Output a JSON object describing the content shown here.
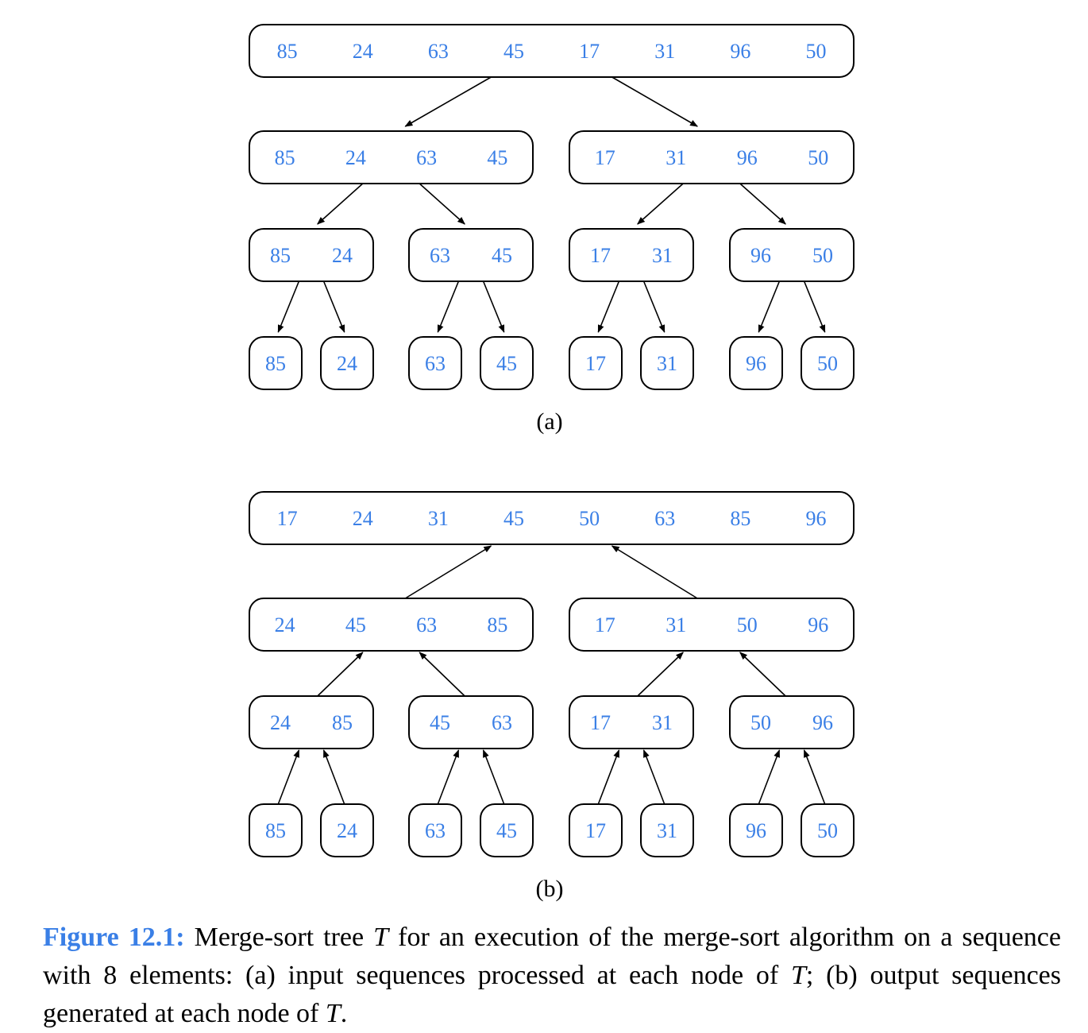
{
  "panels": [
    {
      "label": "(a)",
      "arrow_direction": "down",
      "levels": [
        [
          [
            "85",
            "24",
            "63",
            "45",
            "17",
            "31",
            "96",
            "50"
          ]
        ],
        [
          [
            "85",
            "24",
            "63",
            "45"
          ],
          [
            "17",
            "31",
            "96",
            "50"
          ]
        ],
        [
          [
            "85",
            "24"
          ],
          [
            "63",
            "45"
          ],
          [
            "17",
            "31"
          ],
          [
            "96",
            "50"
          ]
        ],
        [
          [
            "85"
          ],
          [
            "24"
          ],
          [
            "63"
          ],
          [
            "45"
          ],
          [
            "17"
          ],
          [
            "31"
          ],
          [
            "96"
          ],
          [
            "50"
          ]
        ]
      ]
    },
    {
      "label": "(b)",
      "arrow_direction": "up",
      "levels": [
        [
          [
            "17",
            "24",
            "31",
            "45",
            "50",
            "63",
            "85",
            "96"
          ]
        ],
        [
          [
            "24",
            "45",
            "63",
            "85"
          ],
          [
            "17",
            "31",
            "50",
            "96"
          ]
        ],
        [
          [
            "24",
            "85"
          ],
          [
            "45",
            "63"
          ],
          [
            "17",
            "31"
          ],
          [
            "50",
            "96"
          ]
        ],
        [
          [
            "85"
          ],
          [
            "24"
          ],
          [
            "63"
          ],
          [
            "45"
          ],
          [
            "17"
          ],
          [
            "31"
          ],
          [
            "96"
          ],
          [
            "50"
          ]
        ]
      ]
    }
  ],
  "caption": {
    "figure_label": "Figure 12.1:",
    "text_1": " Merge-sort tree ",
    "symbol": "T",
    "text_2": " for an execution of the merge-sort algorithm on a sequence with 8 elements: (a) input sequences processed at each node of ",
    "text_3": "; (b) output sequences generated at each node of ",
    "text_4": "."
  },
  "colors": {
    "value_text": "#3a7fe6",
    "figure_label": "#3a7fe6",
    "node_border": "#000000"
  }
}
